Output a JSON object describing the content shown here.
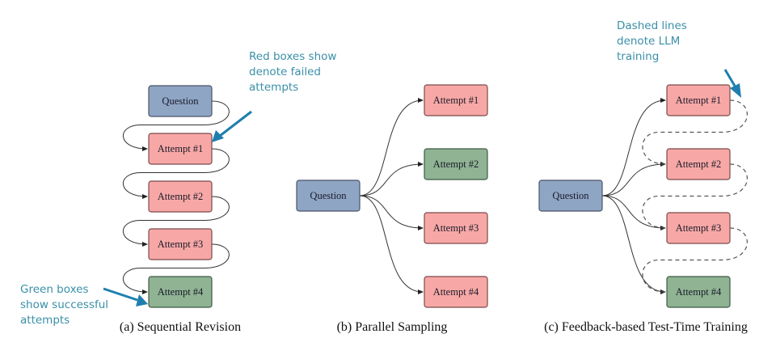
{
  "colors": {
    "question_fill": "#8fa5c4",
    "question_stroke": "#4a5568",
    "failed_fill": "#f7a8a6",
    "failed_stroke": "#7a4a4a",
    "success_fill": "#8fb393",
    "success_stroke": "#3f5a44",
    "annotation": "#3a8fa8",
    "arrow": "#1e7fae"
  },
  "panels": [
    {
      "id": "a",
      "caption": "(a)  Sequential Revision",
      "question": "Question",
      "attempts": [
        {
          "label": "Attempt #1",
          "status": "failed"
        },
        {
          "label": "Attempt #2",
          "status": "failed"
        },
        {
          "label": "Attempt #3",
          "status": "failed"
        },
        {
          "label": "Attempt #4",
          "status": "success"
        }
      ]
    },
    {
      "id": "b",
      "caption": "(b)  Parallel Sampling",
      "question": "Question",
      "attempts": [
        {
          "label": "Attempt #1",
          "status": "failed"
        },
        {
          "label": "Attempt #2",
          "status": "success"
        },
        {
          "label": "Attempt #3",
          "status": "failed"
        },
        {
          "label": "Attempt #4",
          "status": "failed"
        }
      ]
    },
    {
      "id": "c",
      "caption": "(c)  Feedback-based Test-Time Training",
      "question": "Question",
      "attempts": [
        {
          "label": "Attempt #1",
          "status": "failed"
        },
        {
          "label": "Attempt #2",
          "status": "failed"
        },
        {
          "label": "Attempt #3",
          "status": "failed"
        },
        {
          "label": "Attempt #4",
          "status": "success"
        }
      ]
    }
  ],
  "annotations": {
    "red": [
      "Red boxes show",
      "denote failed",
      "attempts"
    ],
    "green": [
      "Green boxes",
      "show successful",
      "attempts"
    ],
    "dashed": [
      "Dashed lines",
      "denote LLM",
      "training"
    ]
  }
}
